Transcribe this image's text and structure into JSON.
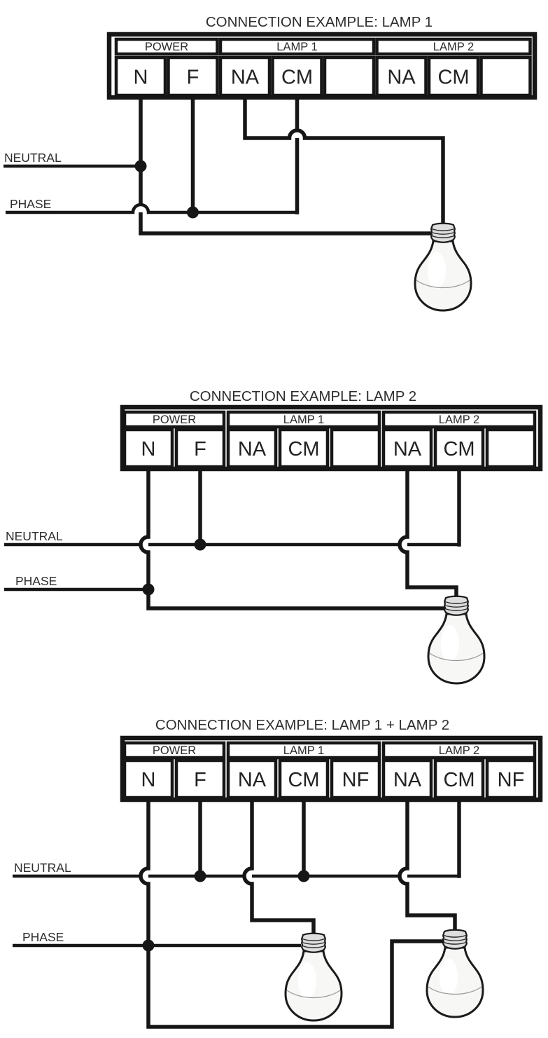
{
  "colors": {
    "wire": "#161616",
    "text": "#262626",
    "bulb_glass": "#f7f7f5",
    "bulb_cap": "#dedede"
  },
  "diagrams": [
    {
      "title": "CONNECTION EXAMPLE: LAMP 1",
      "groups": [
        "POWER",
        "LAMP 1",
        "LAMP 2"
      ],
      "terminals": [
        "N",
        "F",
        "NA",
        "CM",
        "",
        "NA",
        "CM",
        ""
      ],
      "lines": {
        "neutral": "NEUTRAL",
        "phase": "PHASE"
      }
    },
    {
      "title": "CONNECTION EXAMPLE: LAMP 2",
      "groups": [
        "POWER",
        "LAMP 1",
        "LAMP 2"
      ],
      "terminals": [
        "N",
        "F",
        "NA",
        "CM",
        "",
        "NA",
        "CM",
        ""
      ],
      "lines": {
        "neutral": "NEUTRAL",
        "phase": "PHASE"
      }
    },
    {
      "title": "CONNECTION EXAMPLE: LAMP 1 + LAMP 2",
      "groups": [
        "POWER",
        "LAMP 1",
        "LAMP 2"
      ],
      "terminals": [
        "N",
        "F",
        "NA",
        "CM",
        "NF",
        "NA",
        "CM",
        "NF"
      ],
      "lines": {
        "neutral": "NEUTRAL",
        "phase": "PHASE"
      }
    }
  ]
}
